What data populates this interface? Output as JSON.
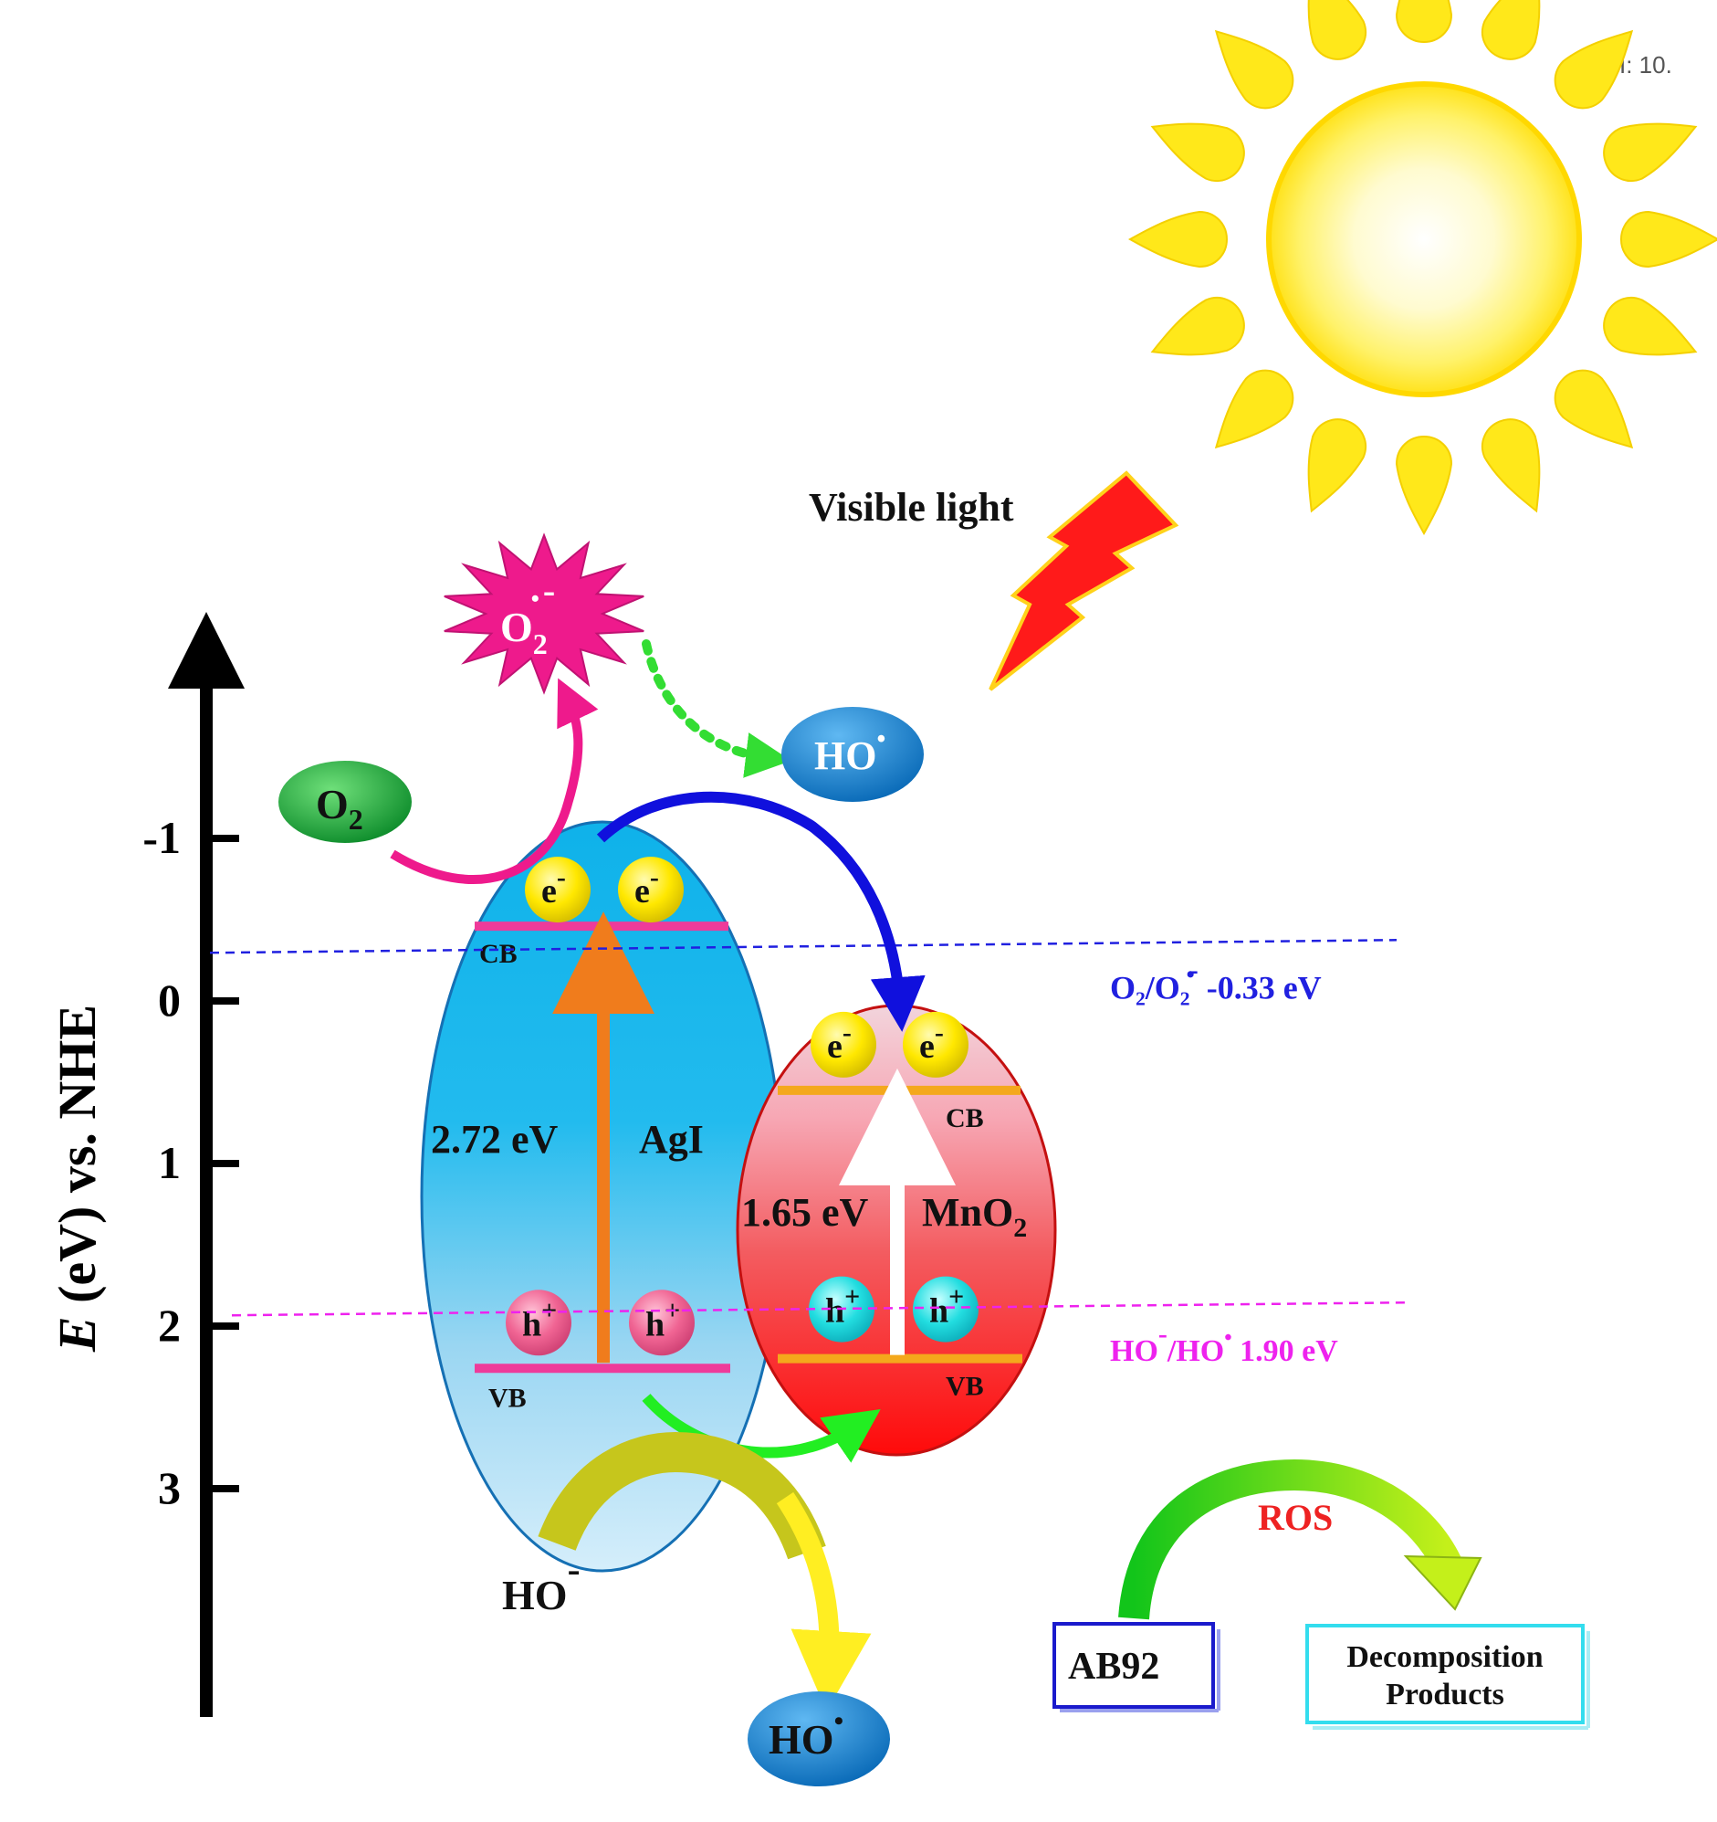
{
  "header": {
    "doi": "DOI: 10."
  },
  "axis": {
    "label_italic": "E",
    "label_rest": " (eV) vs. NHE",
    "ticks": [
      {
        "label": "-1",
        "value": -1
      },
      {
        "label": "0",
        "value": 0
      },
      {
        "label": "1",
        "value": 1
      },
      {
        "label": "2",
        "value": 2
      },
      {
        "label": "3",
        "value": 3
      }
    ]
  },
  "light": {
    "label": "Visible light"
  },
  "agi": {
    "name": "AgI",
    "band_gap": "2.72 eV",
    "cb_label": "CB",
    "vb_label": "VB",
    "cb_edge": -0.46,
    "vb_edge": 2.26,
    "electron": "e",
    "electron_charge": "-",
    "hole": "h",
    "hole_charge": "+"
  },
  "mno2": {
    "name_main": "MnO",
    "name_sub": "2",
    "band_gap": "1.65 eV",
    "cb_label": "CB",
    "vb_label": "VB",
    "cb_edge": 0.55,
    "vb_edge": 2.2,
    "electron": "e",
    "electron_charge": "-",
    "hole": "h",
    "hole_charge": "+"
  },
  "potentials": {
    "o2": {
      "label_main": "O₂/O₂",
      "label_dot": "•",
      "label_charge": "-",
      "label_value": " -0.33 eV",
      "value": -0.33,
      "color": "#2020e0"
    },
    "ho": {
      "label_main": "HO",
      "label_charge": "-",
      "label_mid": "/HO",
      "label_dot": "•",
      "label_value": "  1.90 eV",
      "value": 1.9,
      "color": "#ee22ee"
    }
  },
  "species": {
    "o2_molecule": {
      "main": "O",
      "sub": "2"
    },
    "superoxide": {
      "main": "O",
      "sub": "2",
      "dot": "•",
      "charge": "-"
    },
    "hydroxyl_radical_top": {
      "main": "HO",
      "dot": "•"
    },
    "hydroxide": {
      "main": "HO",
      "charge": "-"
    },
    "hydroxyl_radical_bottom": {
      "main": "HO",
      "dot": "•"
    }
  },
  "degradation": {
    "ros": "ROS",
    "reactant": "AB92",
    "products_line1": "Decomposition",
    "products_line2": "Products"
  },
  "colors": {
    "agi_fill": "#22b8ec",
    "mno2_fill": "#ff2a2a",
    "band_pink": "#ee3b9a",
    "band_orange": "#f4a81c",
    "electron": "#ffe800",
    "hole_pink": "#f06493",
    "hole_cyan": "#22dde0"
  }
}
